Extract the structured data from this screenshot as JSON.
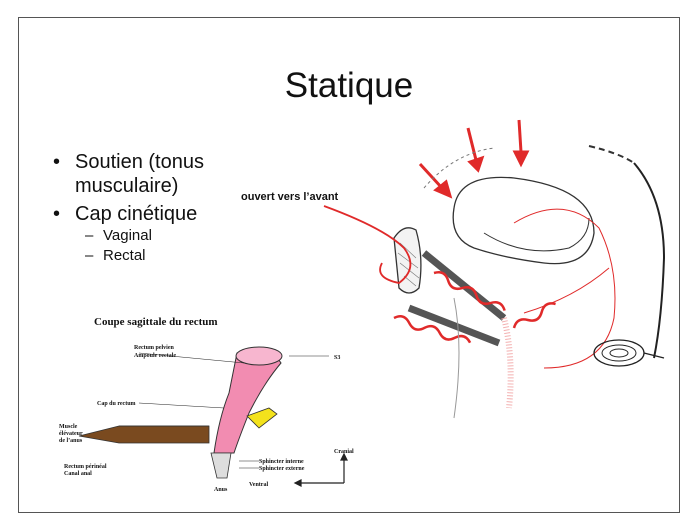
{
  "slide": {
    "title": "Statique",
    "bullets": [
      "Soutien (tonus musculaire)",
      "Cap cinétique"
    ],
    "sub_bullets": [
      "Vaginal",
      "Rectal"
    ]
  },
  "anatomy_right": {
    "callout": "ouvert vers l’avant"
  },
  "figure_left": {
    "title": "Coupe sagittale du rectum",
    "labels": {
      "rectum_pelvien": "Rectum pelvien",
      "ampoule_rectale": "Ampoule rectale",
      "s3": "S3",
      "cap": "Cap du rectum",
      "muscle1": "Muscle",
      "muscle2": "élévateur",
      "muscle3": "de l’anus",
      "sphincter_interne": "Sphincter interne",
      "sphincter_externe": "Sphincter externe",
      "rectum_perineal": "Rectum périnéal",
      "canal_anal": "Canal anal",
      "anus": "Anus",
      "cranial": "Cranial",
      "ventral": "Ventral"
    }
  },
  "colors": {
    "red": "#e02a2a",
    "pink": "#f28cb1",
    "yellow": "#f3e21c",
    "brown": "#7a4a1f"
  }
}
